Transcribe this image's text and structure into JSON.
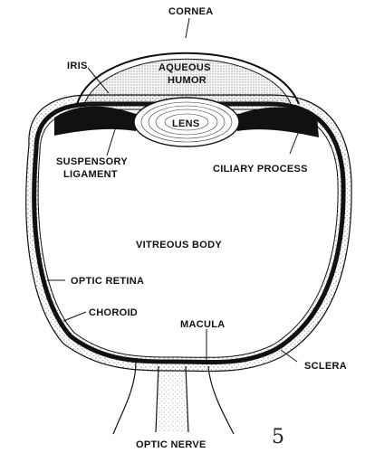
{
  "labels": {
    "cornea": "CORNEA",
    "iris": "IRIS",
    "aqueous_humor_1": "AQUEOUS",
    "aqueous_humor_2": "HUMOR",
    "lens": "LENS",
    "suspensory_1": "SUSPENSORY",
    "suspensory_2": "LIGAMENT",
    "ciliary_process": "CILIARY PROCESS",
    "vitreous_body": "VITREOUS BODY",
    "optic_retina": "OPTIC RETINA",
    "choroid": "CHOROID",
    "macula": "MACULA",
    "sclera": "SCLERA",
    "optic_nerve": "OPTIC NERVE"
  },
  "page_number": "5",
  "colors": {
    "ink": "#111111",
    "paper": "#ffffff",
    "stipple": "#666666"
  }
}
